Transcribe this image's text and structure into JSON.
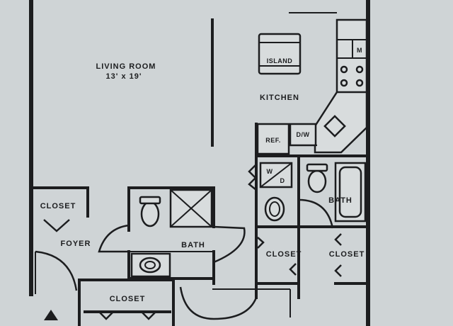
{
  "rooms": {
    "living_room": {
      "name": "LIVING ROOM",
      "size": "13' x 19'"
    },
    "kitchen": "KITCHEN",
    "island": "ISLAND",
    "refrigerator": "REF.",
    "dishwasher": "D/W",
    "microwave": "M",
    "washer_dryer": {
      "w": "W",
      "d": "D"
    },
    "bath_right": "BATH",
    "bath_center": "BATH",
    "foyer": "FOYER",
    "closet_foyer": "CLOSET",
    "closet_bottom": "CLOSET",
    "closet_mid": "CLOSET",
    "closet_right": "CLOSET"
  }
}
